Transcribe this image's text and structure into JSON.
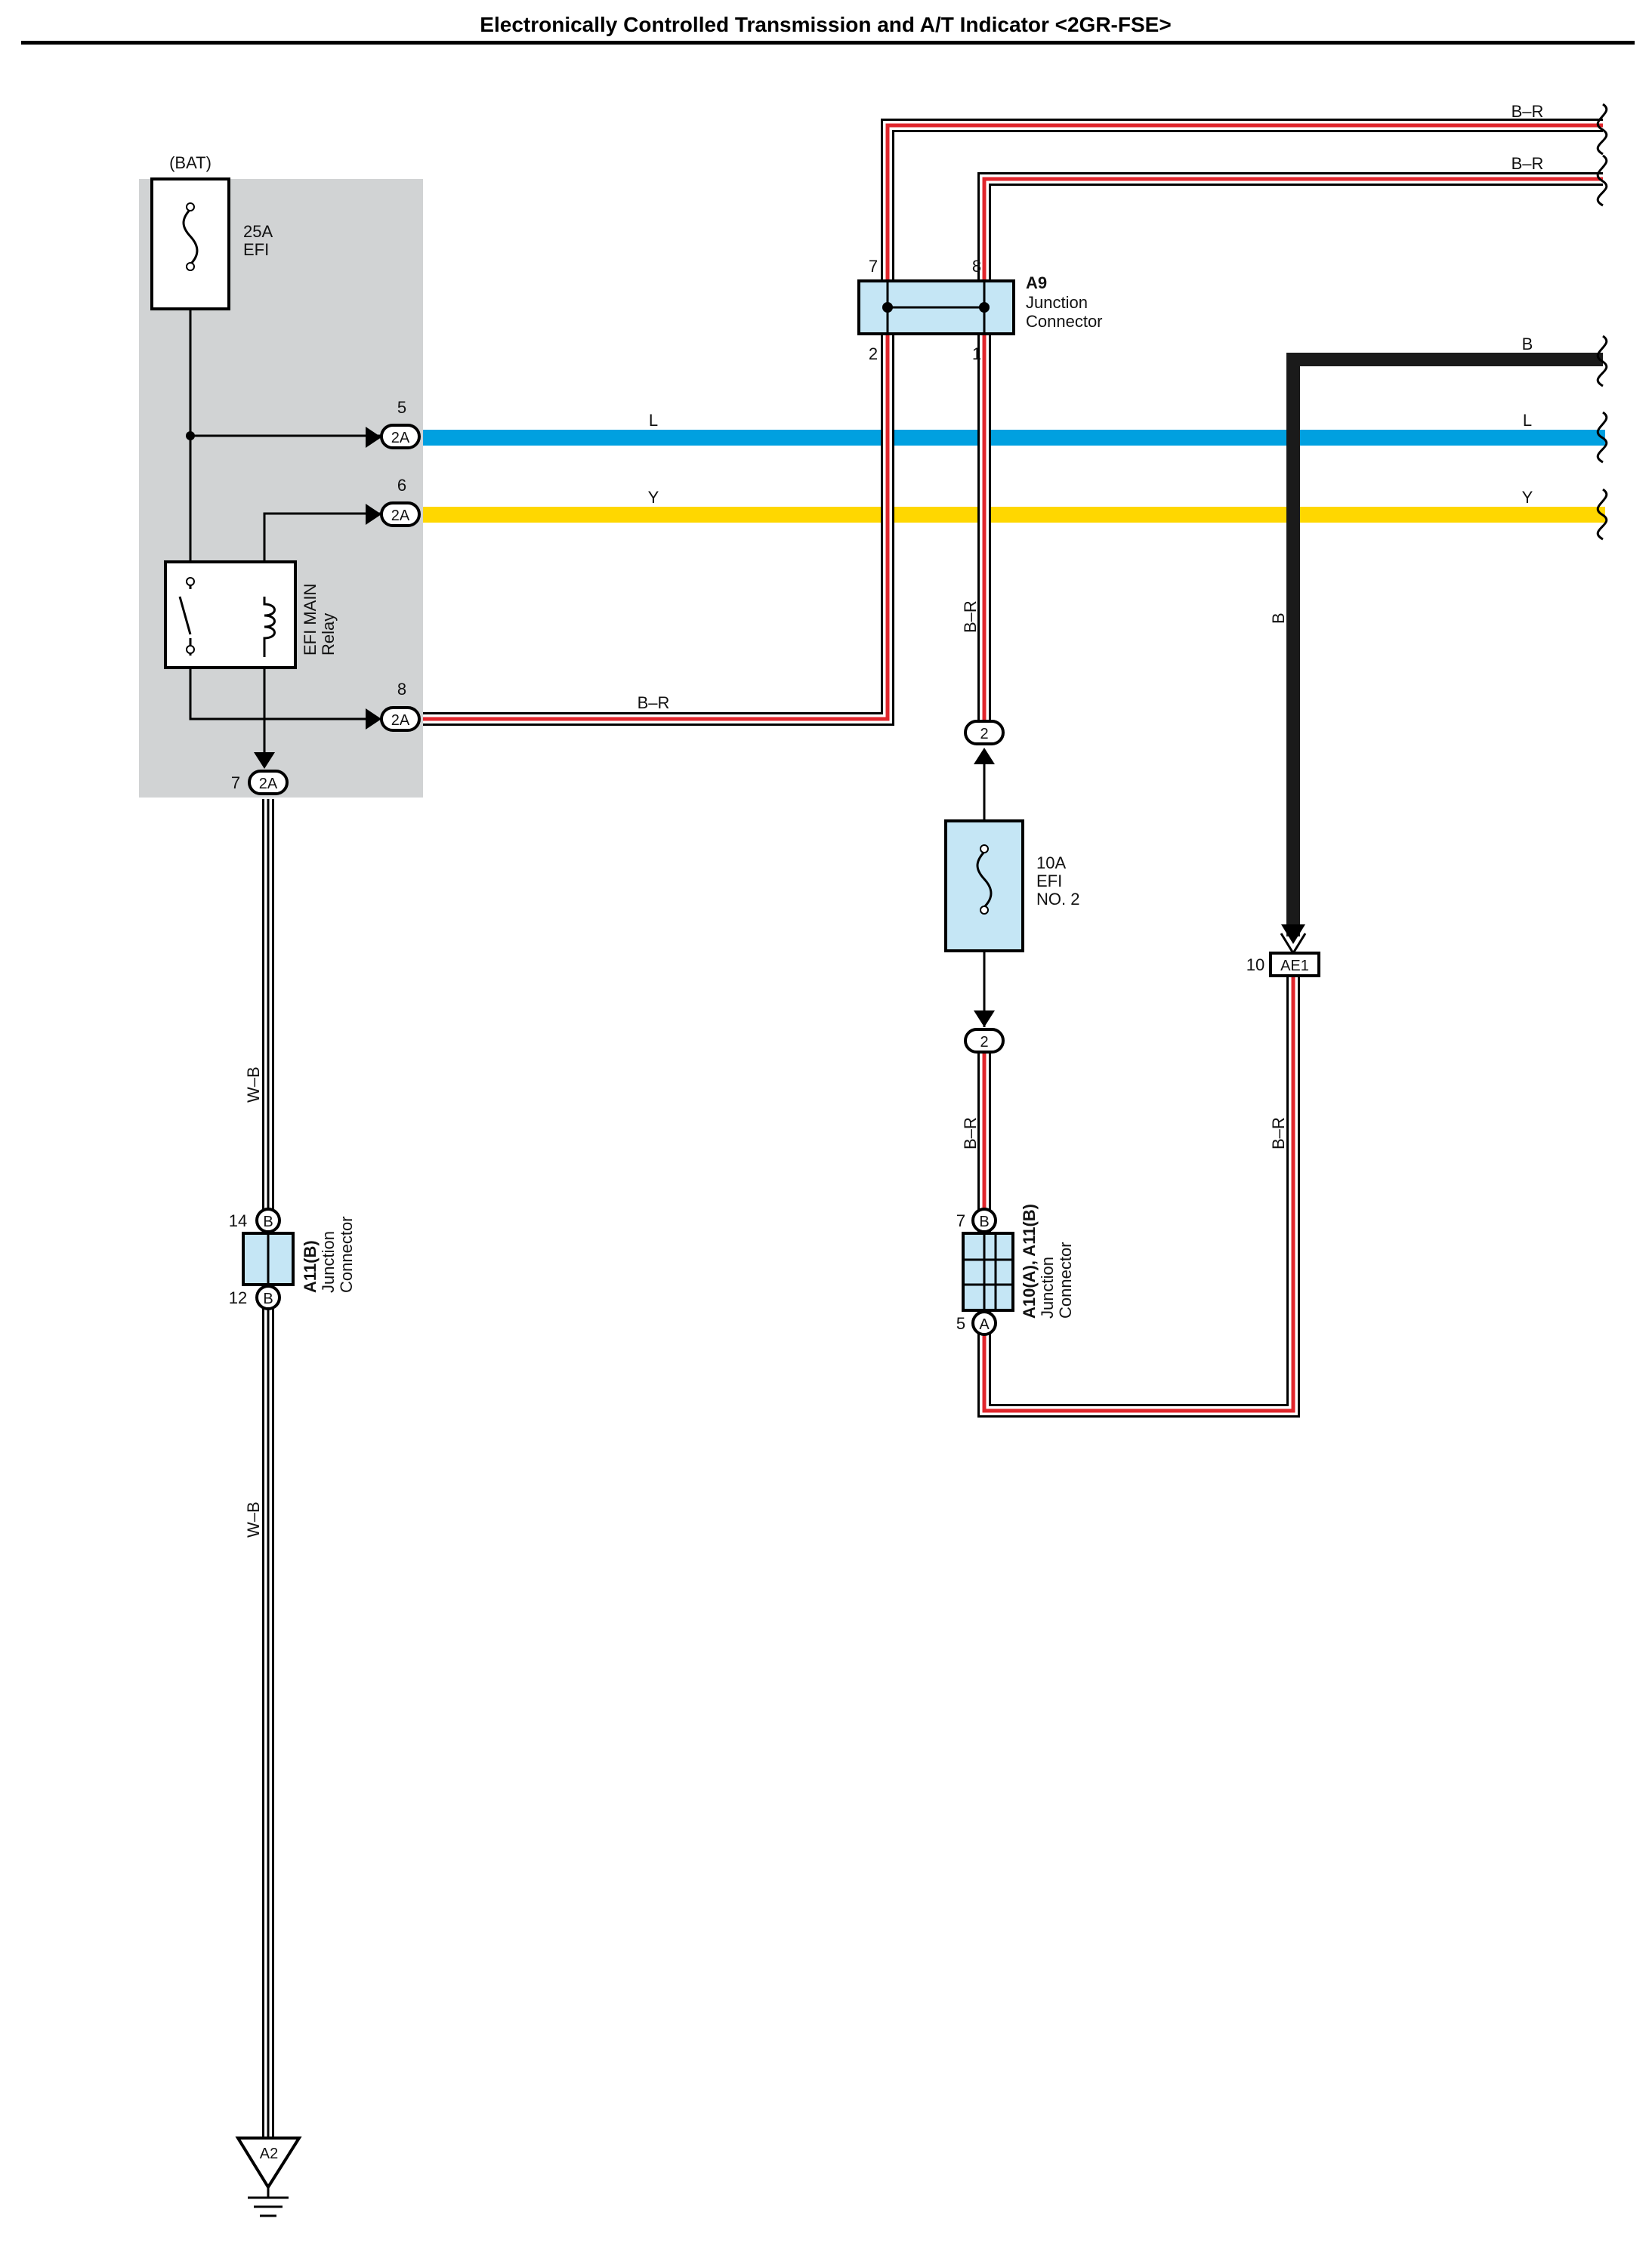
{
  "title": "Electronically Controlled Transmission and A/T Indicator <2GR-FSE>",
  "colors": {
    "relay_box": "#d1d3d4",
    "wire_L": "#00a0e0",
    "wire_Y": "#ffd700",
    "wire_BR_stripe": "#e0262c",
    "wire_B": "#1a1a1a",
    "component_fill": "#c5e6f5"
  },
  "relay_block": {
    "bat_label": "(BAT)",
    "fuse_efi": {
      "rating": "25A",
      "name": "EFI"
    },
    "relay": {
      "line1": "EFI MAIN",
      "line2": "Relay"
    },
    "pin5": {
      "pin": "5",
      "connector": "2A"
    },
    "pin6": {
      "pin": "6",
      "connector": "2A"
    },
    "pin8": {
      "pin": "8",
      "connector": "2A"
    },
    "pin7": {
      "pin": "7",
      "connector": "2A"
    }
  },
  "wires": {
    "L": "L",
    "Y": "Y",
    "BR": "B–R",
    "B": "B",
    "WB": "W–B"
  },
  "junction_a9": {
    "id": "A9",
    "line1": "Junction",
    "line2": "Connector",
    "pins": {
      "top_left": "7",
      "top_right": "8",
      "bottom_left": "2",
      "bottom_right": "1"
    }
  },
  "fuse_efi2": {
    "rating": "10A",
    "line1": "EFI",
    "line2": "NO. 2",
    "top_connector": "2",
    "bottom_connector": "2"
  },
  "junction_a10_a11": {
    "id": "A10(A), A11(B)",
    "line1": "Junction",
    "line2": "Connector",
    "top": {
      "pin": "7",
      "connector": "B"
    },
    "bottom": {
      "pin": "5",
      "connector": "A"
    }
  },
  "ae1": {
    "pin": "10",
    "connector": "AE1"
  },
  "junction_a11": {
    "id": "A11(B)",
    "line1": "Junction",
    "line2": "Connector",
    "top": {
      "pin": "14",
      "connector": "B"
    },
    "bottom": {
      "pin": "12",
      "connector": "B"
    }
  },
  "ground": {
    "id": "A2"
  }
}
